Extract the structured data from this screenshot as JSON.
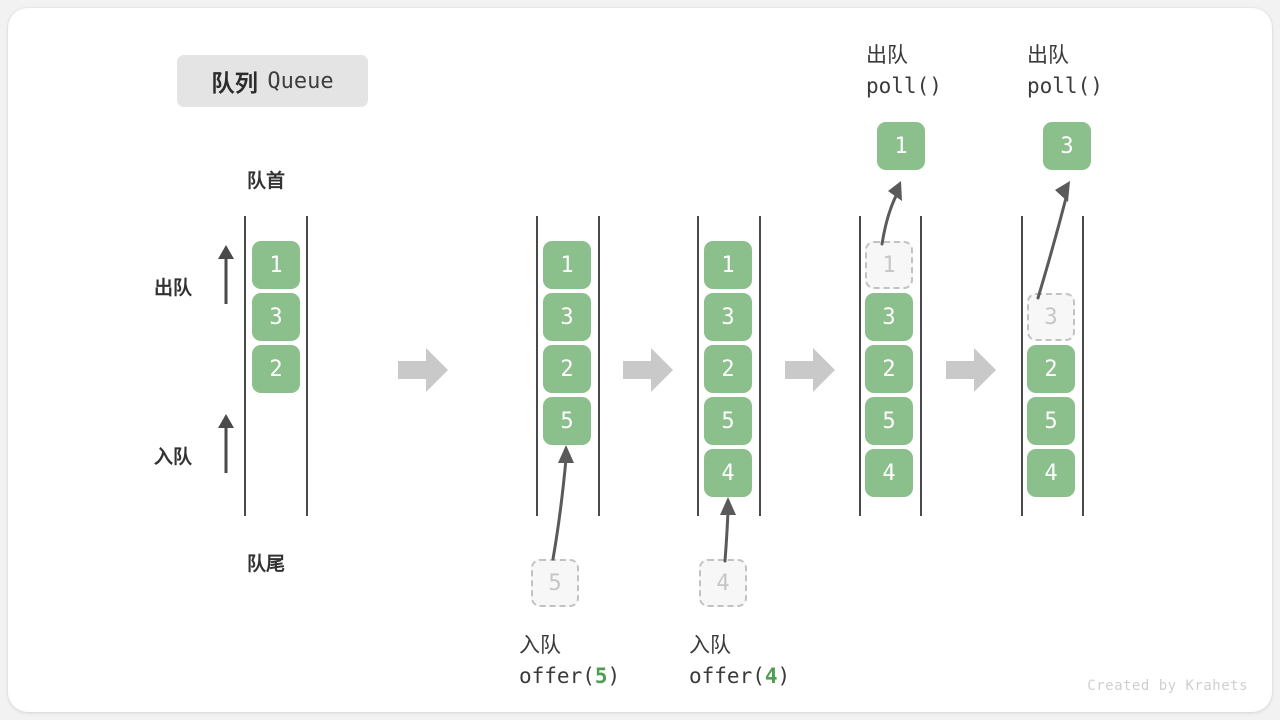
{
  "title": {
    "cn": "队列",
    "en": "Queue"
  },
  "annotations": {
    "head": "队首",
    "tail": "队尾",
    "dequeue_cn": "出队",
    "enqueue_cn": "入队"
  },
  "colors": {
    "element_fill": "#8bbf8b",
    "element_text": "#ffffff",
    "ghost_fill": "#f7f7f7",
    "ghost_border": "#c2c2c2",
    "ghost_text": "#c6c6c6",
    "rail": "#4a4a4a",
    "step_arrow": "#c9c9c9",
    "curve_arrow": "#5a5a5a",
    "title_chip": "#e4e4e4",
    "code_accent": "#4f9d53",
    "card": "#ffffff",
    "page": "#f2f2f2",
    "credit": "#cfcfcf"
  },
  "columns": [
    {
      "id": "col-initial",
      "items": [
        "1",
        "3",
        "2"
      ],
      "ghost_slot": null,
      "ghost_value": null,
      "out_box_value": null,
      "top_label_cn": null,
      "top_label_code": null,
      "bottom_label_cn": null,
      "bottom_label_code": null,
      "bottom_ghost_value": null
    },
    {
      "id": "col-offer-5",
      "items": [
        "1",
        "3",
        "2",
        "5"
      ],
      "ghost_slot": null,
      "ghost_value": null,
      "out_box_value": null,
      "top_label_cn": null,
      "top_label_code": null,
      "bottom_label_cn": "入队",
      "bottom_label_code_prefix": "offer(",
      "bottom_label_code_num": "5",
      "bottom_label_code_suffix": ")",
      "bottom_ghost_value": "5"
    },
    {
      "id": "col-offer-4",
      "items": [
        "1",
        "3",
        "2",
        "5",
        "4"
      ],
      "ghost_slot": null,
      "ghost_value": null,
      "out_box_value": null,
      "top_label_cn": null,
      "top_label_code": null,
      "bottom_label_cn": "入队",
      "bottom_label_code_prefix": "offer(",
      "bottom_label_code_num": "4",
      "bottom_label_code_suffix": ")",
      "bottom_ghost_value": "4"
    },
    {
      "id": "col-poll-1",
      "items": [
        "3",
        "2",
        "5",
        "4"
      ],
      "ghost_slot": 0,
      "ghost_value": "1",
      "out_box_value": "1",
      "top_label_cn": "出队",
      "top_label_code": "poll()",
      "bottom_label_cn": null,
      "bottom_label_code": null,
      "bottom_ghost_value": null
    },
    {
      "id": "col-poll-3",
      "items": [
        "2",
        "5",
        "4"
      ],
      "ghost_slot": 1,
      "ghost_value": "3",
      "out_box_value": "3",
      "top_label_cn": "出队",
      "top_label_code": "poll()",
      "bottom_label_cn": null,
      "bottom_label_code": null,
      "bottom_ghost_value": null
    }
  ],
  "step_arrows": [
    {
      "id": "step-1-2"
    },
    {
      "id": "step-2-3"
    },
    {
      "id": "step-3-4"
    },
    {
      "id": "step-4-5"
    }
  ],
  "credit": "Created by Krahets"
}
